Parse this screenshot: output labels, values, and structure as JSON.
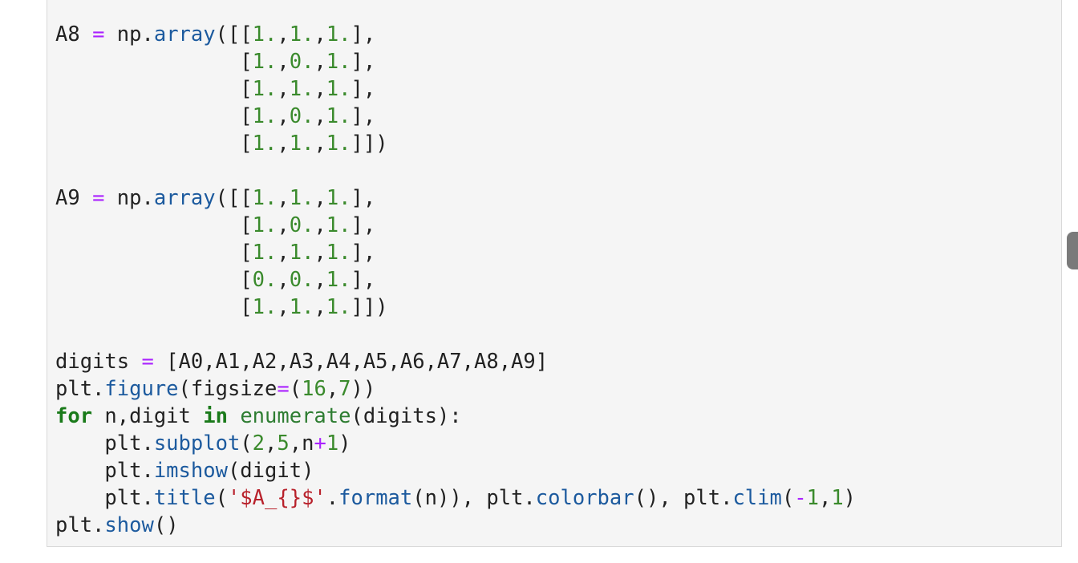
{
  "code_cell": {
    "lines": [
      {
        "segments": [
          {
            "t": "A8 ",
            "c": "plain"
          },
          {
            "t": "=",
            "c": "op"
          },
          {
            "t": " np.",
            "c": "plain"
          },
          {
            "t": "array",
            "c": "fn"
          },
          {
            "t": "([[",
            "c": "plain"
          },
          {
            "t": "1.",
            "c": "num"
          },
          {
            "t": ",",
            "c": "plain"
          },
          {
            "t": "1.",
            "c": "num"
          },
          {
            "t": ",",
            "c": "plain"
          },
          {
            "t": "1.",
            "c": "num"
          },
          {
            "t": "],",
            "c": "plain"
          }
        ]
      },
      {
        "segments": [
          {
            "t": "               [",
            "c": "plain"
          },
          {
            "t": "1.",
            "c": "num"
          },
          {
            "t": ",",
            "c": "plain"
          },
          {
            "t": "0.",
            "c": "num"
          },
          {
            "t": ",",
            "c": "plain"
          },
          {
            "t": "1.",
            "c": "num"
          },
          {
            "t": "],",
            "c": "plain"
          }
        ]
      },
      {
        "segments": [
          {
            "t": "               [",
            "c": "plain"
          },
          {
            "t": "1.",
            "c": "num"
          },
          {
            "t": ",",
            "c": "plain"
          },
          {
            "t": "1.",
            "c": "num"
          },
          {
            "t": ",",
            "c": "plain"
          },
          {
            "t": "1.",
            "c": "num"
          },
          {
            "t": "],",
            "c": "plain"
          }
        ]
      },
      {
        "segments": [
          {
            "t": "               [",
            "c": "plain"
          },
          {
            "t": "1.",
            "c": "num"
          },
          {
            "t": ",",
            "c": "plain"
          },
          {
            "t": "0.",
            "c": "num"
          },
          {
            "t": ",",
            "c": "plain"
          },
          {
            "t": "1.",
            "c": "num"
          },
          {
            "t": "],",
            "c": "plain"
          }
        ]
      },
      {
        "segments": [
          {
            "t": "               [",
            "c": "plain"
          },
          {
            "t": "1.",
            "c": "num"
          },
          {
            "t": ",",
            "c": "plain"
          },
          {
            "t": "1.",
            "c": "num"
          },
          {
            "t": ",",
            "c": "plain"
          },
          {
            "t": "1.",
            "c": "num"
          },
          {
            "t": "]])",
            "c": "plain"
          }
        ]
      },
      {
        "segments": []
      },
      {
        "segments": [
          {
            "t": "A9 ",
            "c": "plain"
          },
          {
            "t": "=",
            "c": "op"
          },
          {
            "t": " np.",
            "c": "plain"
          },
          {
            "t": "array",
            "c": "fn"
          },
          {
            "t": "([[",
            "c": "plain"
          },
          {
            "t": "1.",
            "c": "num"
          },
          {
            "t": ",",
            "c": "plain"
          },
          {
            "t": "1.",
            "c": "num"
          },
          {
            "t": ",",
            "c": "plain"
          },
          {
            "t": "1.",
            "c": "num"
          },
          {
            "t": "],",
            "c": "plain"
          }
        ]
      },
      {
        "segments": [
          {
            "t": "               [",
            "c": "plain"
          },
          {
            "t": "1.",
            "c": "num"
          },
          {
            "t": ",",
            "c": "plain"
          },
          {
            "t": "0.",
            "c": "num"
          },
          {
            "t": ",",
            "c": "plain"
          },
          {
            "t": "1.",
            "c": "num"
          },
          {
            "t": "],",
            "c": "plain"
          }
        ]
      },
      {
        "segments": [
          {
            "t": "               [",
            "c": "plain"
          },
          {
            "t": "1.",
            "c": "num"
          },
          {
            "t": ",",
            "c": "plain"
          },
          {
            "t": "1.",
            "c": "num"
          },
          {
            "t": ",",
            "c": "plain"
          },
          {
            "t": "1.",
            "c": "num"
          },
          {
            "t": "],",
            "c": "plain"
          }
        ]
      },
      {
        "segments": [
          {
            "t": "               [",
            "c": "plain"
          },
          {
            "t": "0.",
            "c": "num"
          },
          {
            "t": ",",
            "c": "plain"
          },
          {
            "t": "0.",
            "c": "num"
          },
          {
            "t": ",",
            "c": "plain"
          },
          {
            "t": "1.",
            "c": "num"
          },
          {
            "t": "],",
            "c": "plain"
          }
        ]
      },
      {
        "segments": [
          {
            "t": "               [",
            "c": "plain"
          },
          {
            "t": "1.",
            "c": "num"
          },
          {
            "t": ",",
            "c": "plain"
          },
          {
            "t": "1.",
            "c": "num"
          },
          {
            "t": ",",
            "c": "plain"
          },
          {
            "t": "1.",
            "c": "num"
          },
          {
            "t": "]])",
            "c": "plain"
          }
        ]
      },
      {
        "segments": []
      },
      {
        "segments": [
          {
            "t": "digits ",
            "c": "plain"
          },
          {
            "t": "=",
            "c": "op"
          },
          {
            "t": " [A0,A1,A2,A3,A4,A5,A6,A7,A8,A9]",
            "c": "plain"
          }
        ]
      },
      {
        "segments": [
          {
            "t": "plt.",
            "c": "plain"
          },
          {
            "t": "figure",
            "c": "fn"
          },
          {
            "t": "(figsize",
            "c": "plain"
          },
          {
            "t": "=",
            "c": "op"
          },
          {
            "t": "(",
            "c": "plain"
          },
          {
            "t": "16",
            "c": "num"
          },
          {
            "t": ",",
            "c": "plain"
          },
          {
            "t": "7",
            "c": "num"
          },
          {
            "t": "))",
            "c": "plain"
          }
        ]
      },
      {
        "segments": [
          {
            "t": "for",
            "c": "kw"
          },
          {
            "t": " n,digit ",
            "c": "plain"
          },
          {
            "t": "in",
            "c": "kw"
          },
          {
            "t": " ",
            "c": "plain"
          },
          {
            "t": "enumerate",
            "c": "bi"
          },
          {
            "t": "(digits):",
            "c": "plain"
          }
        ]
      },
      {
        "segments": [
          {
            "t": "    plt.",
            "c": "plain"
          },
          {
            "t": "subplot",
            "c": "fn"
          },
          {
            "t": "(",
            "c": "plain"
          },
          {
            "t": "2",
            "c": "num"
          },
          {
            "t": ",",
            "c": "plain"
          },
          {
            "t": "5",
            "c": "num"
          },
          {
            "t": ",n",
            "c": "plain"
          },
          {
            "t": "+",
            "c": "op"
          },
          {
            "t": "1",
            "c": "num"
          },
          {
            "t": ")",
            "c": "plain"
          }
        ]
      },
      {
        "segments": [
          {
            "t": "    plt.",
            "c": "plain"
          },
          {
            "t": "imshow",
            "c": "fn"
          },
          {
            "t": "(digit)",
            "c": "plain"
          }
        ]
      },
      {
        "segments": [
          {
            "t": "    plt.",
            "c": "plain"
          },
          {
            "t": "title",
            "c": "fn"
          },
          {
            "t": "(",
            "c": "plain"
          },
          {
            "t": "'$A_{}$'",
            "c": "str"
          },
          {
            "t": ".",
            "c": "plain"
          },
          {
            "t": "format",
            "c": "fn"
          },
          {
            "t": "(n)), plt.",
            "c": "plain"
          },
          {
            "t": "colorbar",
            "c": "fn"
          },
          {
            "t": "(), plt.",
            "c": "plain"
          },
          {
            "t": "clim",
            "c": "fn"
          },
          {
            "t": "(",
            "c": "plain"
          },
          {
            "t": "-",
            "c": "op"
          },
          {
            "t": "1",
            "c": "num"
          },
          {
            "t": ",",
            "c": "plain"
          },
          {
            "t": "1",
            "c": "num"
          },
          {
            "t": ")",
            "c": "plain"
          }
        ]
      },
      {
        "segments": [
          {
            "t": "plt.",
            "c": "plain"
          },
          {
            "t": "show",
            "c": "fn"
          },
          {
            "t": "()",
            "c": "plain"
          }
        ]
      }
    ]
  },
  "colors": {
    "cell_background": "#f5f5f5",
    "operator": "#aa22ff",
    "number": "#3a8a2c",
    "function": "#1c5a9e",
    "keyword": "#1a7a1a",
    "string": "#b8212b"
  }
}
